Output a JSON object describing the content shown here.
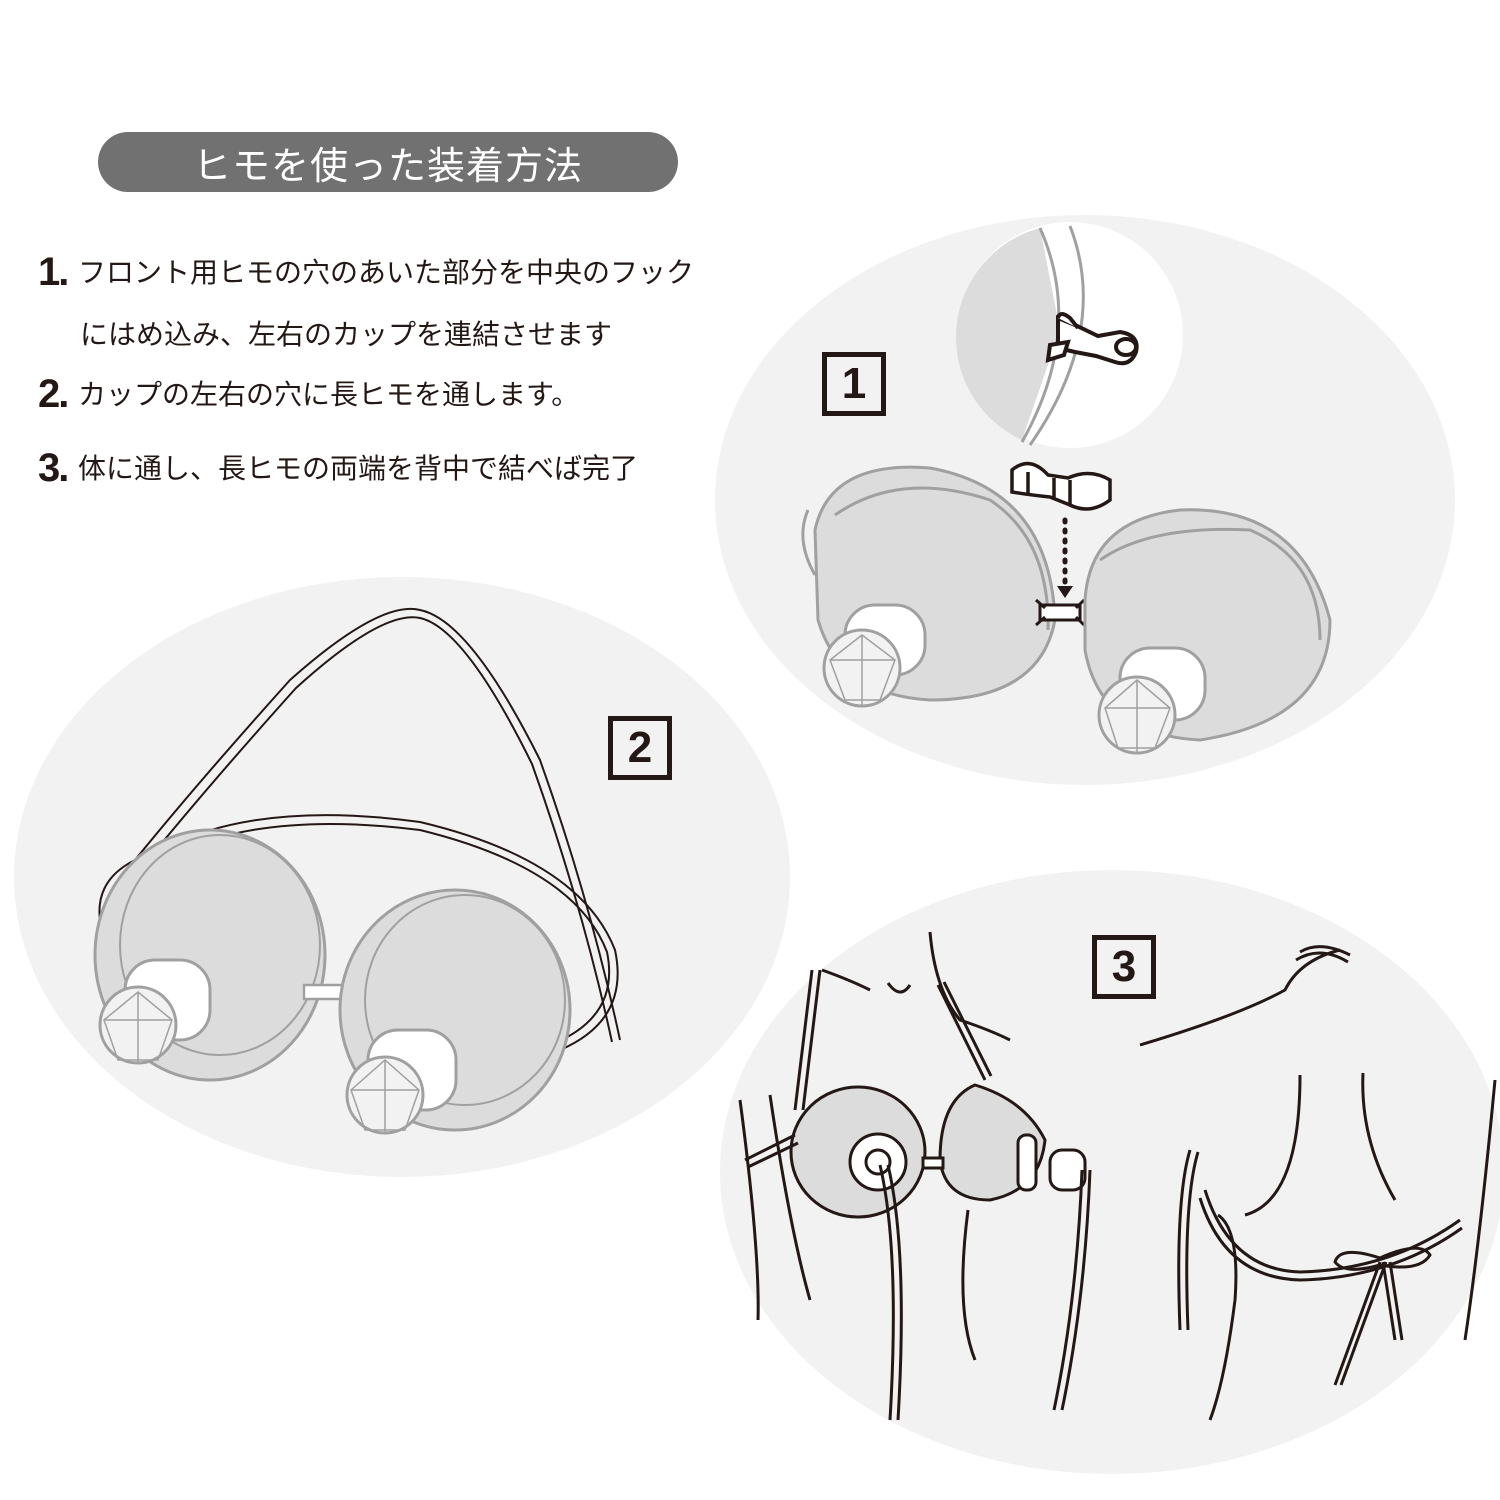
{
  "title": "ヒモを使った装着方法",
  "colors": {
    "title_bg": "#727171",
    "title_text": "#ffffff",
    "text": "#231815",
    "panel_bg": "#f2f2f2",
    "cup_fill": "#dcdcdc",
    "cup_line": "#a0a0a0",
    "line": "#231815"
  },
  "steps": [
    {
      "num": "1.",
      "line1": "フロント用ヒモの穴のあいた部分を中央のフック",
      "line2": "にはめ込み、左右のカップを連結させます"
    },
    {
      "num": "2.",
      "line1": "カップの左右の穴に長ヒモを通します。"
    },
    {
      "num": "3.",
      "line1": "体に通し、長ヒモの両端を背中で結べば完了"
    }
  ],
  "panels": [
    {
      "badge": "1",
      "description": "front strap hooked to center hook connecting both cups"
    },
    {
      "badge": "2",
      "description": "long strap threaded through side holes of cups"
    },
    {
      "badge": "3",
      "description": "worn on body, strap ends tied at the back"
    }
  ]
}
